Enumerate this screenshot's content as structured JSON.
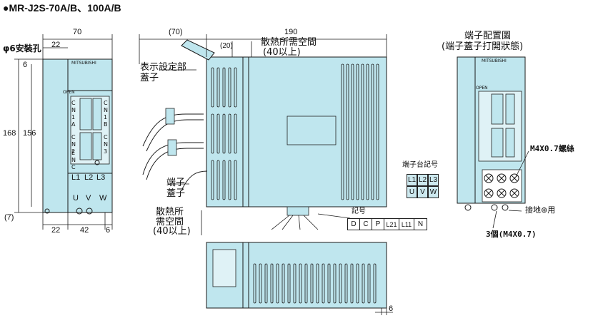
{
  "title": "●MR-J2S-70A/B、100A/B",
  "front": {
    "w_total": "70",
    "w_hole": "22",
    "hole_label": "φ6安裝孔",
    "h_outer": "168",
    "h_inner": "156",
    "top_gap": "6",
    "bottom_gap": "(7)",
    "bottom_w1": "22",
    "bottom_w2": "42",
    "bottom_w3": "6",
    "brand": "MITSUBISHI",
    "open": "OPEN",
    "cn1": "CN1A",
    "cn1b": "CN1B",
    "cn2": "CN2",
    "cn3": "CN3",
    "enc": "ENC",
    "terms_top": [
      "L1",
      "L2",
      "L3"
    ],
    "terms_bot": [
      "U",
      "V",
      "W"
    ]
  },
  "side": {
    "w_total": "190",
    "w_left": "(70)",
    "gap_top": "(20)",
    "heat_top_line1": "散熱所需空間",
    "heat_top_line2": "(40以上)",
    "cover_label_line1": "表示設定部",
    "cover_label_line2": "蓋子",
    "term_label_line1": "端子",
    "term_label_line2": "蓋子",
    "heat_bot_line1": "散熱所",
    "heat_bot_line2": "需空間",
    "heat_bot_line3": "(40以上)"
  },
  "terminal_block": {
    "title": "端子台記号",
    "cells": [
      "L1",
      "L2",
      "L3",
      "U",
      "V",
      "W"
    ]
  },
  "symbol_row": {
    "label": "記号",
    "cells": [
      "D",
      "C",
      "P",
      "L21",
      "L11",
      "N"
    ]
  },
  "right": {
    "title_line1": "端子配置圖",
    "title_line2": "(端子蓋子打開狀態)",
    "brand": "MITSUBISHI",
    "open": "OPEN",
    "screw_label": "M4X0.7螺絲",
    "ground_label": "接地⊕用",
    "count_label": "3個(M4X0.7)"
  },
  "bottom": {
    "dim": "6"
  }
}
